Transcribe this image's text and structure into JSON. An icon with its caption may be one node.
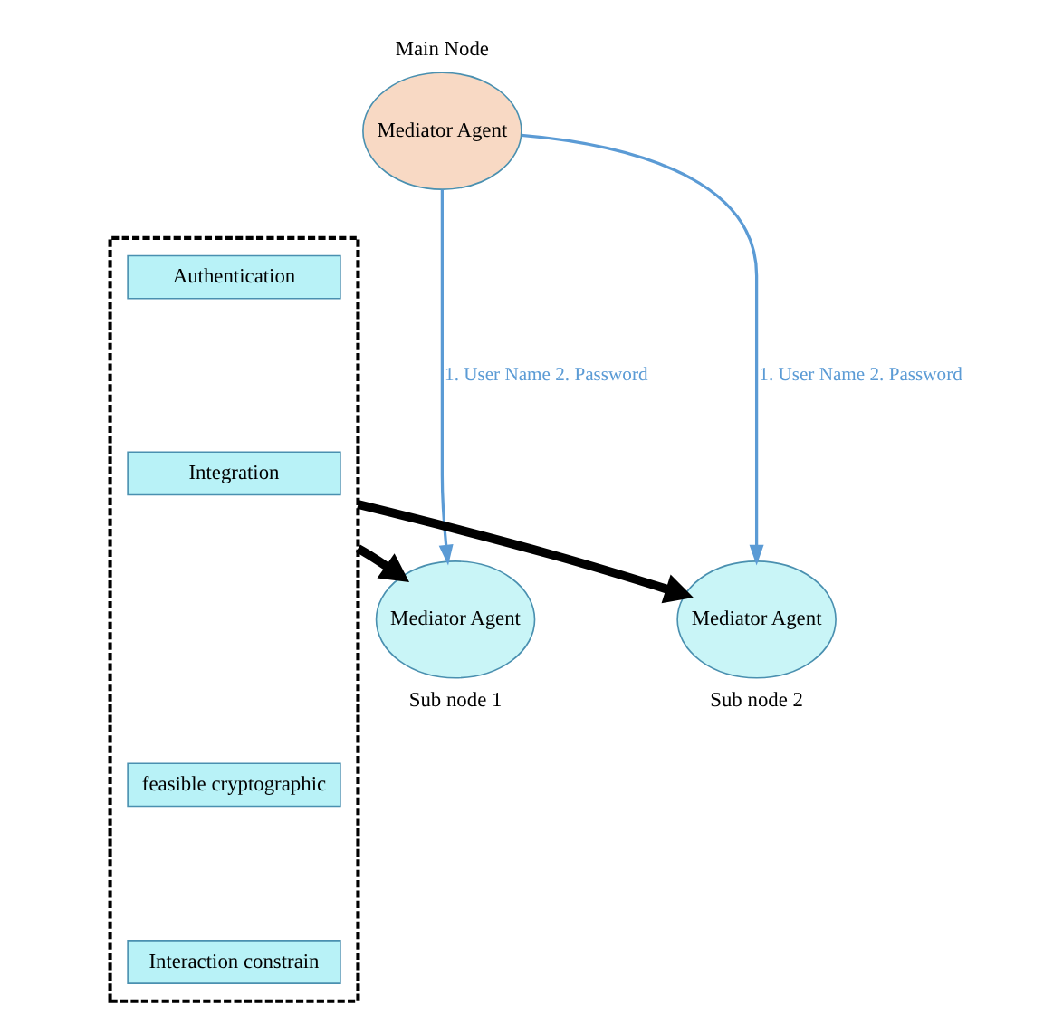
{
  "diagram": {
    "nodes": [
      {
        "text": [
          "Mediator Agent"
        ],
        "beside": [
          "Main Node"
        ]
      },
      {
        "text": [
          "Mediator Agent"
        ],
        "beside": [
          "Sub node 1"
        ]
      },
      {
        "text": [
          "Mediator Agent"
        ],
        "beside": [
          "Sub node 2"
        ]
      },
      {
        "text": [],
        "shape": "box"
      },
      {
        "text": [
          "Authentication"
        ],
        "in": 3
      },
      {
        "text": [
          "Integration"
        ],
        "in": 3
      },
      {
        "text": [
          "feasible cryptographic"
        ],
        "in": 3
      },
      {
        "text": [
          "Interaction constrain"
        ],
        "in": 3
      }
    ],
    "edges": [
      {
        "from": 0,
        "to": 1,
        "arrow": "to",
        "label": "1. User Name 2. Password",
        "color": "#5b9bd5"
      },
      {
        "from": 0,
        "to": 2,
        "arrow": "to",
        "label": "1. User Name 2. Password",
        "color": "#5b9bd5"
      },
      {
        "from": 3,
        "to": 1,
        "arrow": "to",
        "style": "thick",
        "color": "#000000"
      },
      {
        "from": 3,
        "to": 2,
        "arrow": "to",
        "style": "thick",
        "color": "#000000"
      }
    ]
  }
}
